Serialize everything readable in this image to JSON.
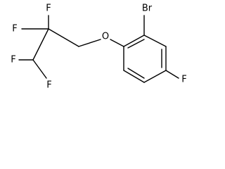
{
  "molecule": {
    "atoms": {
      "br": "Br",
      "o": "O",
      "f_ring": "F",
      "f_cf2_left": "F",
      "f_cf2_top": "F",
      "f_chf2_left": "F",
      "f_chf2_right": "F"
    }
  }
}
